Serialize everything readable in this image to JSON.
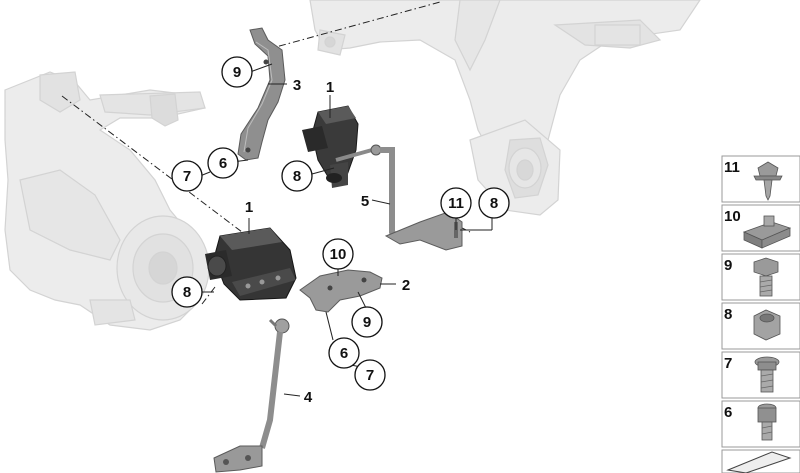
{
  "callouts": {
    "c9_top": "9",
    "c3": "3",
    "c1_top": "1",
    "c6_top": "6",
    "c7_top": "7",
    "c8_mid": "8",
    "c5": "5",
    "c11": "11",
    "c8_right": "8",
    "c1_mid": "1",
    "c10": "10",
    "c2": "2",
    "c8_left": "8",
    "c9_low": "9",
    "c6_low": "6",
    "c7_low": "7",
    "c4": "4"
  },
  "legend": {
    "items": [
      "11",
      "10",
      "9",
      "8",
      "7",
      "6"
    ]
  },
  "colors": {
    "ghost_part": "#ececec",
    "ghost_edge": "#d2d2d2",
    "sensor_body": "#2e2e2e",
    "bracket": "#8a8a8a",
    "line": "#222222"
  }
}
